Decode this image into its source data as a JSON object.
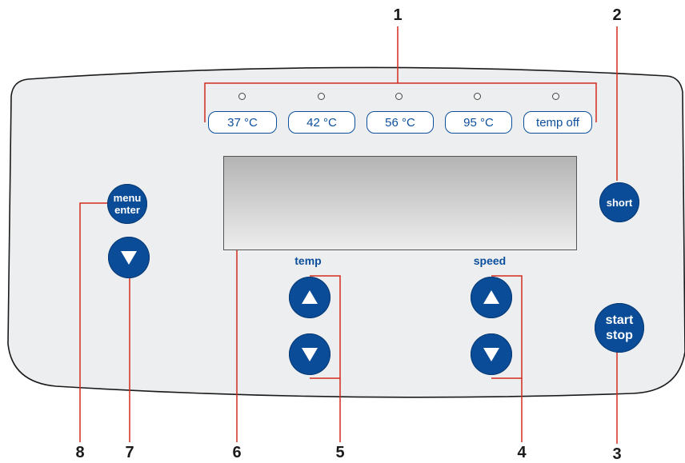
{
  "callouts": {
    "c1": "1",
    "c2": "2",
    "c3": "3",
    "c4": "4",
    "c5": "5",
    "c6": "6",
    "c7": "7",
    "c8": "8"
  },
  "presets": [
    "37 °C",
    "42 °C",
    "56 °C",
    "95 °C",
    "temp off"
  ],
  "buttons": {
    "menu_enter": "menu\nenter",
    "short": "short",
    "start_stop": "start\nstop"
  },
  "labels": {
    "temp": "temp",
    "speed": "speed"
  },
  "icons": {
    "up": "triangle-up-icon",
    "down": "triangle-down-icon"
  },
  "colors": {
    "button_blue": "#0a4c97",
    "panel_fill": "#eceef0",
    "accent_text": "#0b4f9c"
  }
}
